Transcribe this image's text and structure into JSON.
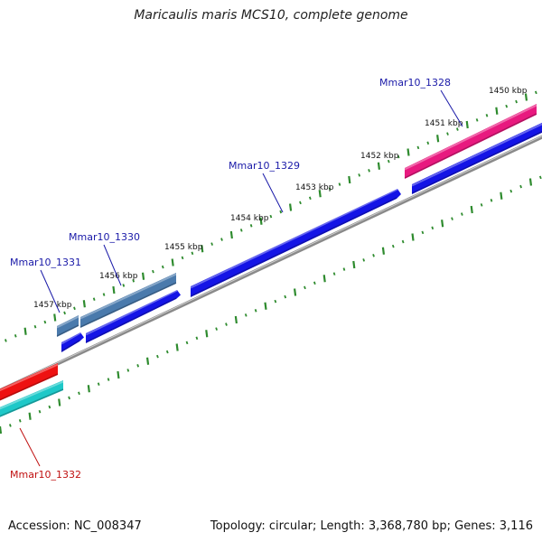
{
  "title": "Maricaulis maris MCS10, complete genome",
  "footer": {
    "accession": "Accession: NC_008347",
    "summary": "Topology: circular; Length: 3,368,780 bp; Genes: 3,116"
  },
  "colors": {
    "backbone": "#8a8a8a",
    "tick": "#2e8b2e",
    "gene_forward_cds": "#1414e6",
    "gene_reverse_cds": "#1414e6",
    "label_blue": "#1a1aa8",
    "label_red": "#c01010"
  },
  "ruler": {
    "tick_labels": [
      "1450 kbp",
      "1451 kbp",
      "1452 kbp",
      "1453 kbp",
      "1454 kbp",
      "1455 kbp",
      "1456 kbp",
      "1457 kbp"
    ]
  },
  "genes": [
    {
      "name": "Mmar10_1328",
      "color": "#e8197f",
      "label_color": "#1a1aa8"
    },
    {
      "name": "Mmar10_1329",
      "color": "#1414e6",
      "label_color": "#1a1aa8"
    },
    {
      "name": "Mmar10_1330",
      "color": "#4a7aac",
      "label_color": "#1a1aa8"
    },
    {
      "name": "Mmar10_1331",
      "color": "#4a7aac",
      "label_color": "#1a1aa8"
    },
    {
      "name": "Mmar10_1332",
      "color": "#ee1111",
      "label_color": "#c01010"
    }
  ]
}
